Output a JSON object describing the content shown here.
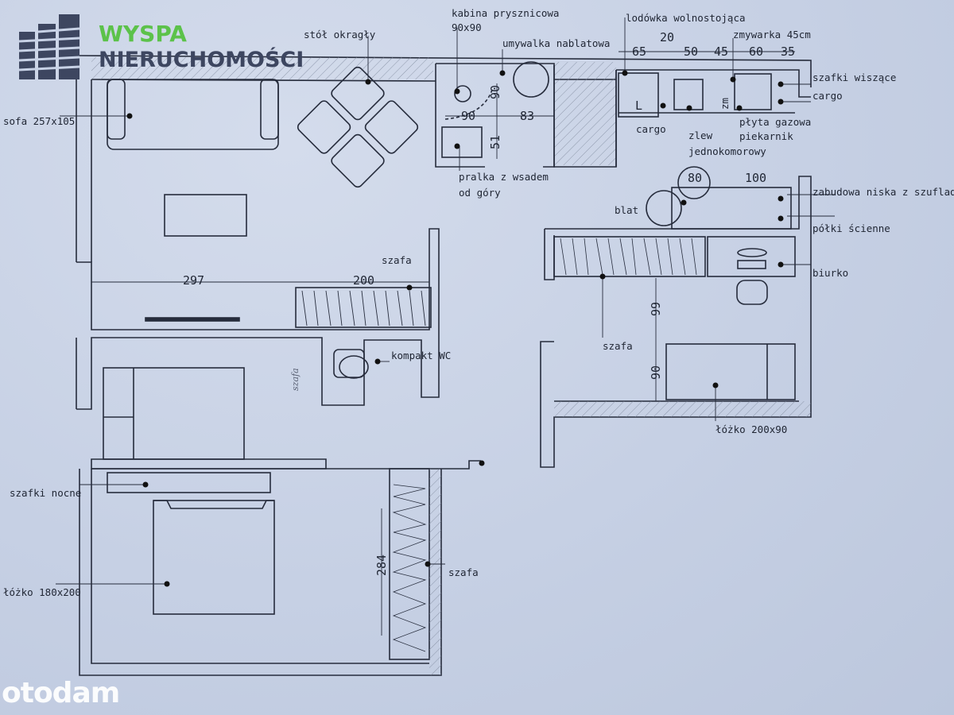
{
  "logo": {
    "line1": "WYSPA",
    "line2": "NIERUCHOMOŚCI",
    "accent_color": "#5cc24a",
    "dark_color": "#3d4660"
  },
  "watermark": "otodam",
  "labels": {
    "shower": "kabina prysznicowa",
    "shower_size": "90x90",
    "sink_basin": "umywalka nablatowa",
    "fridge": "lodówka wolnostojąca",
    "dishwasher": "zmywarka 45cm",
    "wall_cabinets": "szafki wiszące",
    "cargo_right": "cargo",
    "cargo_kitchen": "cargo",
    "sink": "zlew",
    "sink_type": "jednokomorowy",
    "gas_hob": "płyta gazowa",
    "oven": "piekarnik",
    "fridge_mark": "L",
    "dishwasher_mark": "zm",
    "round_table": "stół okragły",
    "sofa": "sofa 257x105",
    "washer": "pralka z wsadem",
    "washer_2": "od góry",
    "low_cabinets": "zabudowa niska z szufladami",
    "worktop": "blat",
    "wall_shelves": "półki ścienne",
    "wardrobe_living": "szafa",
    "desk": "biurko",
    "wardrobe_room": "szafa",
    "wc": "kompakt WC",
    "wardrobe_handwritten": "szafa",
    "bed_single": "łóżko 200x90",
    "nightstands": "szafki nocne",
    "wardrobe_bedroom": "szafa",
    "bed_double": "łóżko 180x200"
  },
  "dimensions": {
    "kitchen_top_20": "20",
    "kitchen_65": "65",
    "kitchen_50": "50",
    "kitchen_45": "45",
    "kitchen_60": "60",
    "kitchen_35": "35",
    "bath_90_v": "90",
    "bath_90_h": "90",
    "bath_83": "83",
    "bath_51": "51",
    "table_80": "80",
    "cabinet_100": "100",
    "living_297": "297",
    "wardrobe_200": "200",
    "room_99": "99",
    "room_90": "90",
    "wardrobe_284": "284"
  }
}
